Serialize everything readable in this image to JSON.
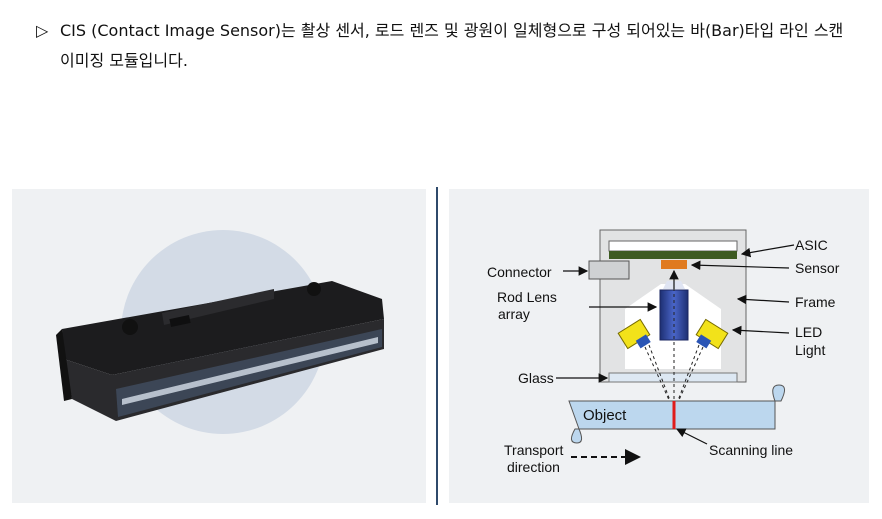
{
  "intro": {
    "marker": "▷",
    "text": "CIS (Contact Image Sensor)는 촬상 센서, 로드 렌즈 및 광원이 일체형으로 구성 되어있는 바(Bar)타입 라인 스캔 이미징 모듈입니다."
  },
  "diagram": {
    "labels": {
      "asic": "ASIC",
      "sensor": "Sensor",
      "frame": "Frame",
      "led_1": "LED",
      "led_2": "Light",
      "connector": "Connector",
      "rod_lens_1": "Rod Lens",
      "rod_lens_2": "array",
      "glass": "Glass",
      "object": "Object",
      "transport_1": "Transport",
      "transport_2": "direction",
      "scanning_line": "Scanning line"
    }
  },
  "colors": {
    "panel_bg": "#eff1f3",
    "divider": "#2f4a6b",
    "asic_board": "#3d5a22",
    "sensor": "#e07a1f",
    "led": "#f2e21a",
    "lens": "#2b3f8f",
    "object": "#bcd7ee",
    "scan_line": "#e01b1b"
  }
}
